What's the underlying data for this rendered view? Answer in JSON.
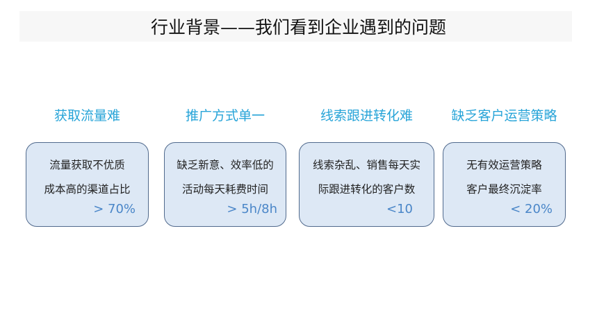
{
  "title": "行业背景——我们看到企业遇到的问题",
  "cards": [
    {
      "heading": "获取流量难",
      "line1": "流量获取不优质",
      "line2": "成本高的渠道占比",
      "value": "> 70%"
    },
    {
      "heading": "推广方式单一",
      "line1": "缺乏新意、效率低的",
      "line2": "活动每天耗费时间",
      "value": "> 5h/8h"
    },
    {
      "heading": "线索跟进转化难",
      "line1": "线索杂乱、销售每天实",
      "line2": "际跟进转化的客户数",
      "value": "<10"
    },
    {
      "heading": "缺乏客户运营策略",
      "line1": "无有效运营策略",
      "line2": "客户最终沉淀率",
      "value": "< 20%"
    }
  ]
}
